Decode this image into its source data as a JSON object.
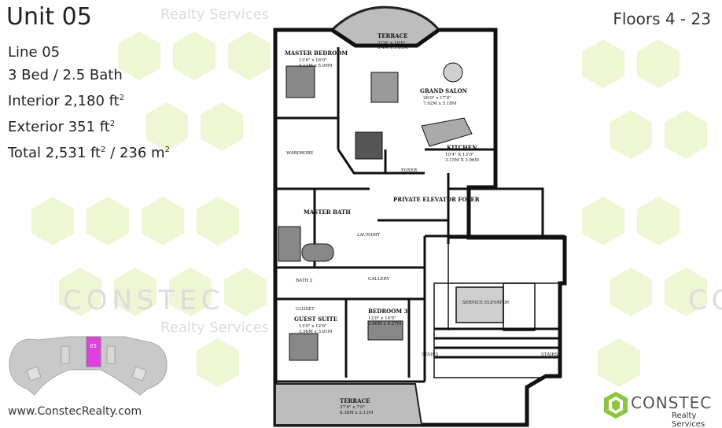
{
  "unit": {
    "title": "Unit 05",
    "line": "Line 05",
    "beds_baths": "3 Bed / 2.5 Bath",
    "interior": "Interior 2,180 ft",
    "interior_sup": "2",
    "exterior": "Exterior 351 ft",
    "exterior_sup": "2",
    "total_a": "Total 2,531 ft",
    "total_sup1": "2",
    "total_b": " / 236 m",
    "total_sup2": "2",
    "floors": "Floors 4 - 23"
  },
  "site_url": "www.ConstecRealty.com",
  "keyplan": {
    "highlight_label": "05",
    "highlight_color": "#e040e0"
  },
  "brand": {
    "name": "CONSTEC",
    "sub": "Realty Services",
    "accent": "#8cc63f"
  },
  "watermark": {
    "line1": "CONSTEC",
    "line2": "Realty Services"
  },
  "rooms": {
    "terrace_top": {
      "name": "TERRACE",
      "dim1": "21'6\" x 10'0\"",
      "dim2": "6.4M x 3.05M"
    },
    "master_bedroom": {
      "name": "MASTER BEDROOM",
      "dim1": "13'6\" x 16'0\"",
      "dim2": "4.11M x 5.09M"
    },
    "grand_salon": {
      "name": "GRAND SALON",
      "dim1": "26'0\" x 17'0\"",
      "dim2": "7.92M x 5.18M"
    },
    "kitchen": {
      "name": "KITCHEN",
      "dim1": "10'4\" X 13'0\"",
      "dim2": "3.15M X 3.96M"
    },
    "wardrobe": {
      "name": "WARDROBE"
    },
    "foyer": {
      "name": "FOYER"
    },
    "private_elevator_foyer": {
      "name": "PRIVATE ELEVATOR FOYER"
    },
    "master_bath": {
      "name": "MASTER BATH"
    },
    "laundry": {
      "name": "LAUNDRY"
    },
    "gallery": {
      "name": "GALLERY"
    },
    "bath2": {
      "name": "BATH 2"
    },
    "closet": {
      "name": "CLOSET"
    },
    "guest_suite": {
      "name": "GUEST SUITE",
      "dim1": "13'0\" x 12'6\"",
      "dim2": "3.96M x 3.81M"
    },
    "bedroom3": {
      "name": "BEDROOM 3",
      "dim1": "12'0\" x 14'0\"",
      "dim2": "3.66M x 4.27M"
    },
    "service_elevator": {
      "name": "SERVICE ELEVATOR"
    },
    "stairs_left": {
      "name": "STAIRS"
    },
    "stairs_right": {
      "name": "STAIRS"
    },
    "terrace_bottom": {
      "name": "TERRACE",
      "dim1": "27'6\" x 7'0\"",
      "dim2": "8.38M x 2.13M"
    }
  }
}
